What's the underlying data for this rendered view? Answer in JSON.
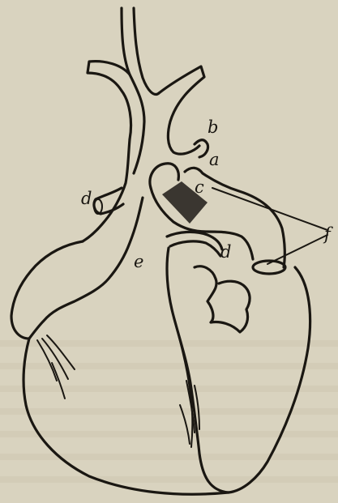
{
  "figure": {
    "labels": {
      "a": "a",
      "b": "b",
      "c": "c",
      "d_left": "d",
      "d_right": "d",
      "e": "e",
      "f": "f"
    },
    "colors": {
      "paper": "#d9d3bf",
      "ink": "#1a1712",
      "shaded_band": "#3a3630",
      "bleed_through_text": "#bdb6a0"
    }
  }
}
